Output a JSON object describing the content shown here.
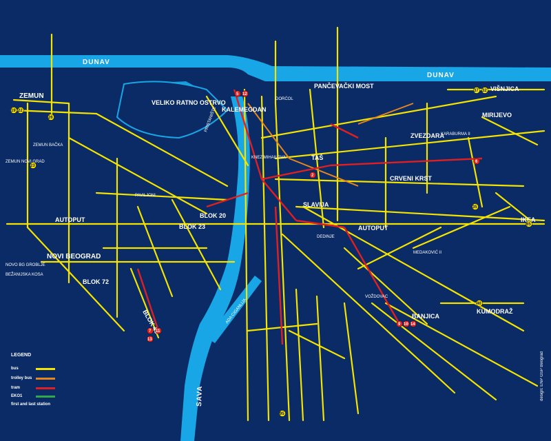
{
  "rivers": {
    "dunav": "DUNAV",
    "sava": "SAVA",
    "ada": "ADA CIGANLIJA"
  },
  "districts": {
    "zemun": "ZEMUN",
    "novi_beograd": "NOVI BEOGRAD",
    "veliko_ratno_ostrvo": "VELIKO RATNO OSTRVO",
    "kalemegdan": "KALEMEGDAN",
    "autoput_w": "AUTOPUT",
    "autoput_e": "AUTOPUT",
    "ikea": "IKEA",
    "zvezdara": "ZVEZDARA",
    "banjica": "BANJICA",
    "mirijevo": "MIRIJEVO",
    "visnjica": "VIŠNJICA",
    "kumodraz": "KUMODRAŽ",
    "pancevacki_most": "PANČEVAČKI MOST",
    "crveni_krst": "CRVENI KRST",
    "slavija": "SLAVIJA",
    "blok_72": "BLOK 72",
    "blok_45": "BLOK 45",
    "blok_20": "BLOK 20",
    "blok_23": "BLOK 23",
    "novo_bg_groblje": "NOVO BG GROBLJE",
    "bezanijska_kosa": "BEŽANIJSKA KOSA",
    "zemun_backa": "ZEMUN BAČKA",
    "zemun_novi_grad": "ZEMUN NOVI GRAD",
    "karaburma": "KARABURMA II",
    "medakovic": "MEDAKOVIĆ II",
    "dedinje": "DEDINJE",
    "vozdovac": "VOŽDOVAC",
    "tas": "TAŠ",
    "pavilion": "PAVILJONI",
    "knez_mihajlova": "KNEZ MIHAILOVA",
    "pristaniste": "PRISTANIŠTE",
    "dorcol": "DORĆOL"
  },
  "legend": {
    "title": "LEGEND",
    "bus": "bus",
    "trolley": "trolley bus",
    "tram": "tram",
    "ekonomska": "EKO1",
    "first_last": "first and last station",
    "colors": {
      "bus": "#f4e400",
      "trolley": "#e7861a",
      "tram": "#e02020",
      "eko": "#2fa94a"
    }
  },
  "stops": [
    {
      "label": "5"
    },
    {
      "label": "12"
    },
    {
      "label": "7"
    },
    {
      "label": "11"
    },
    {
      "label": "2"
    },
    {
      "label": "13"
    },
    {
      "label": "6"
    },
    {
      "label": "9"
    },
    {
      "label": "10"
    },
    {
      "label": "14"
    },
    {
      "label": "26"
    },
    {
      "label": "37"
    },
    {
      "label": "23"
    },
    {
      "label": "35"
    },
    {
      "label": "65"
    },
    {
      "label": "95"
    },
    {
      "label": "32"
    },
    {
      "label": "40"
    },
    {
      "label": "19"
    },
    {
      "label": "22"
    }
  ],
  "credit": "design: ENP GSP Beograd",
  "colors": {
    "background": "#0a2b66",
    "water": "#18a6e6",
    "bus": "#f4e400",
    "tram": "#e02020",
    "trolley": "#e7861a"
  }
}
